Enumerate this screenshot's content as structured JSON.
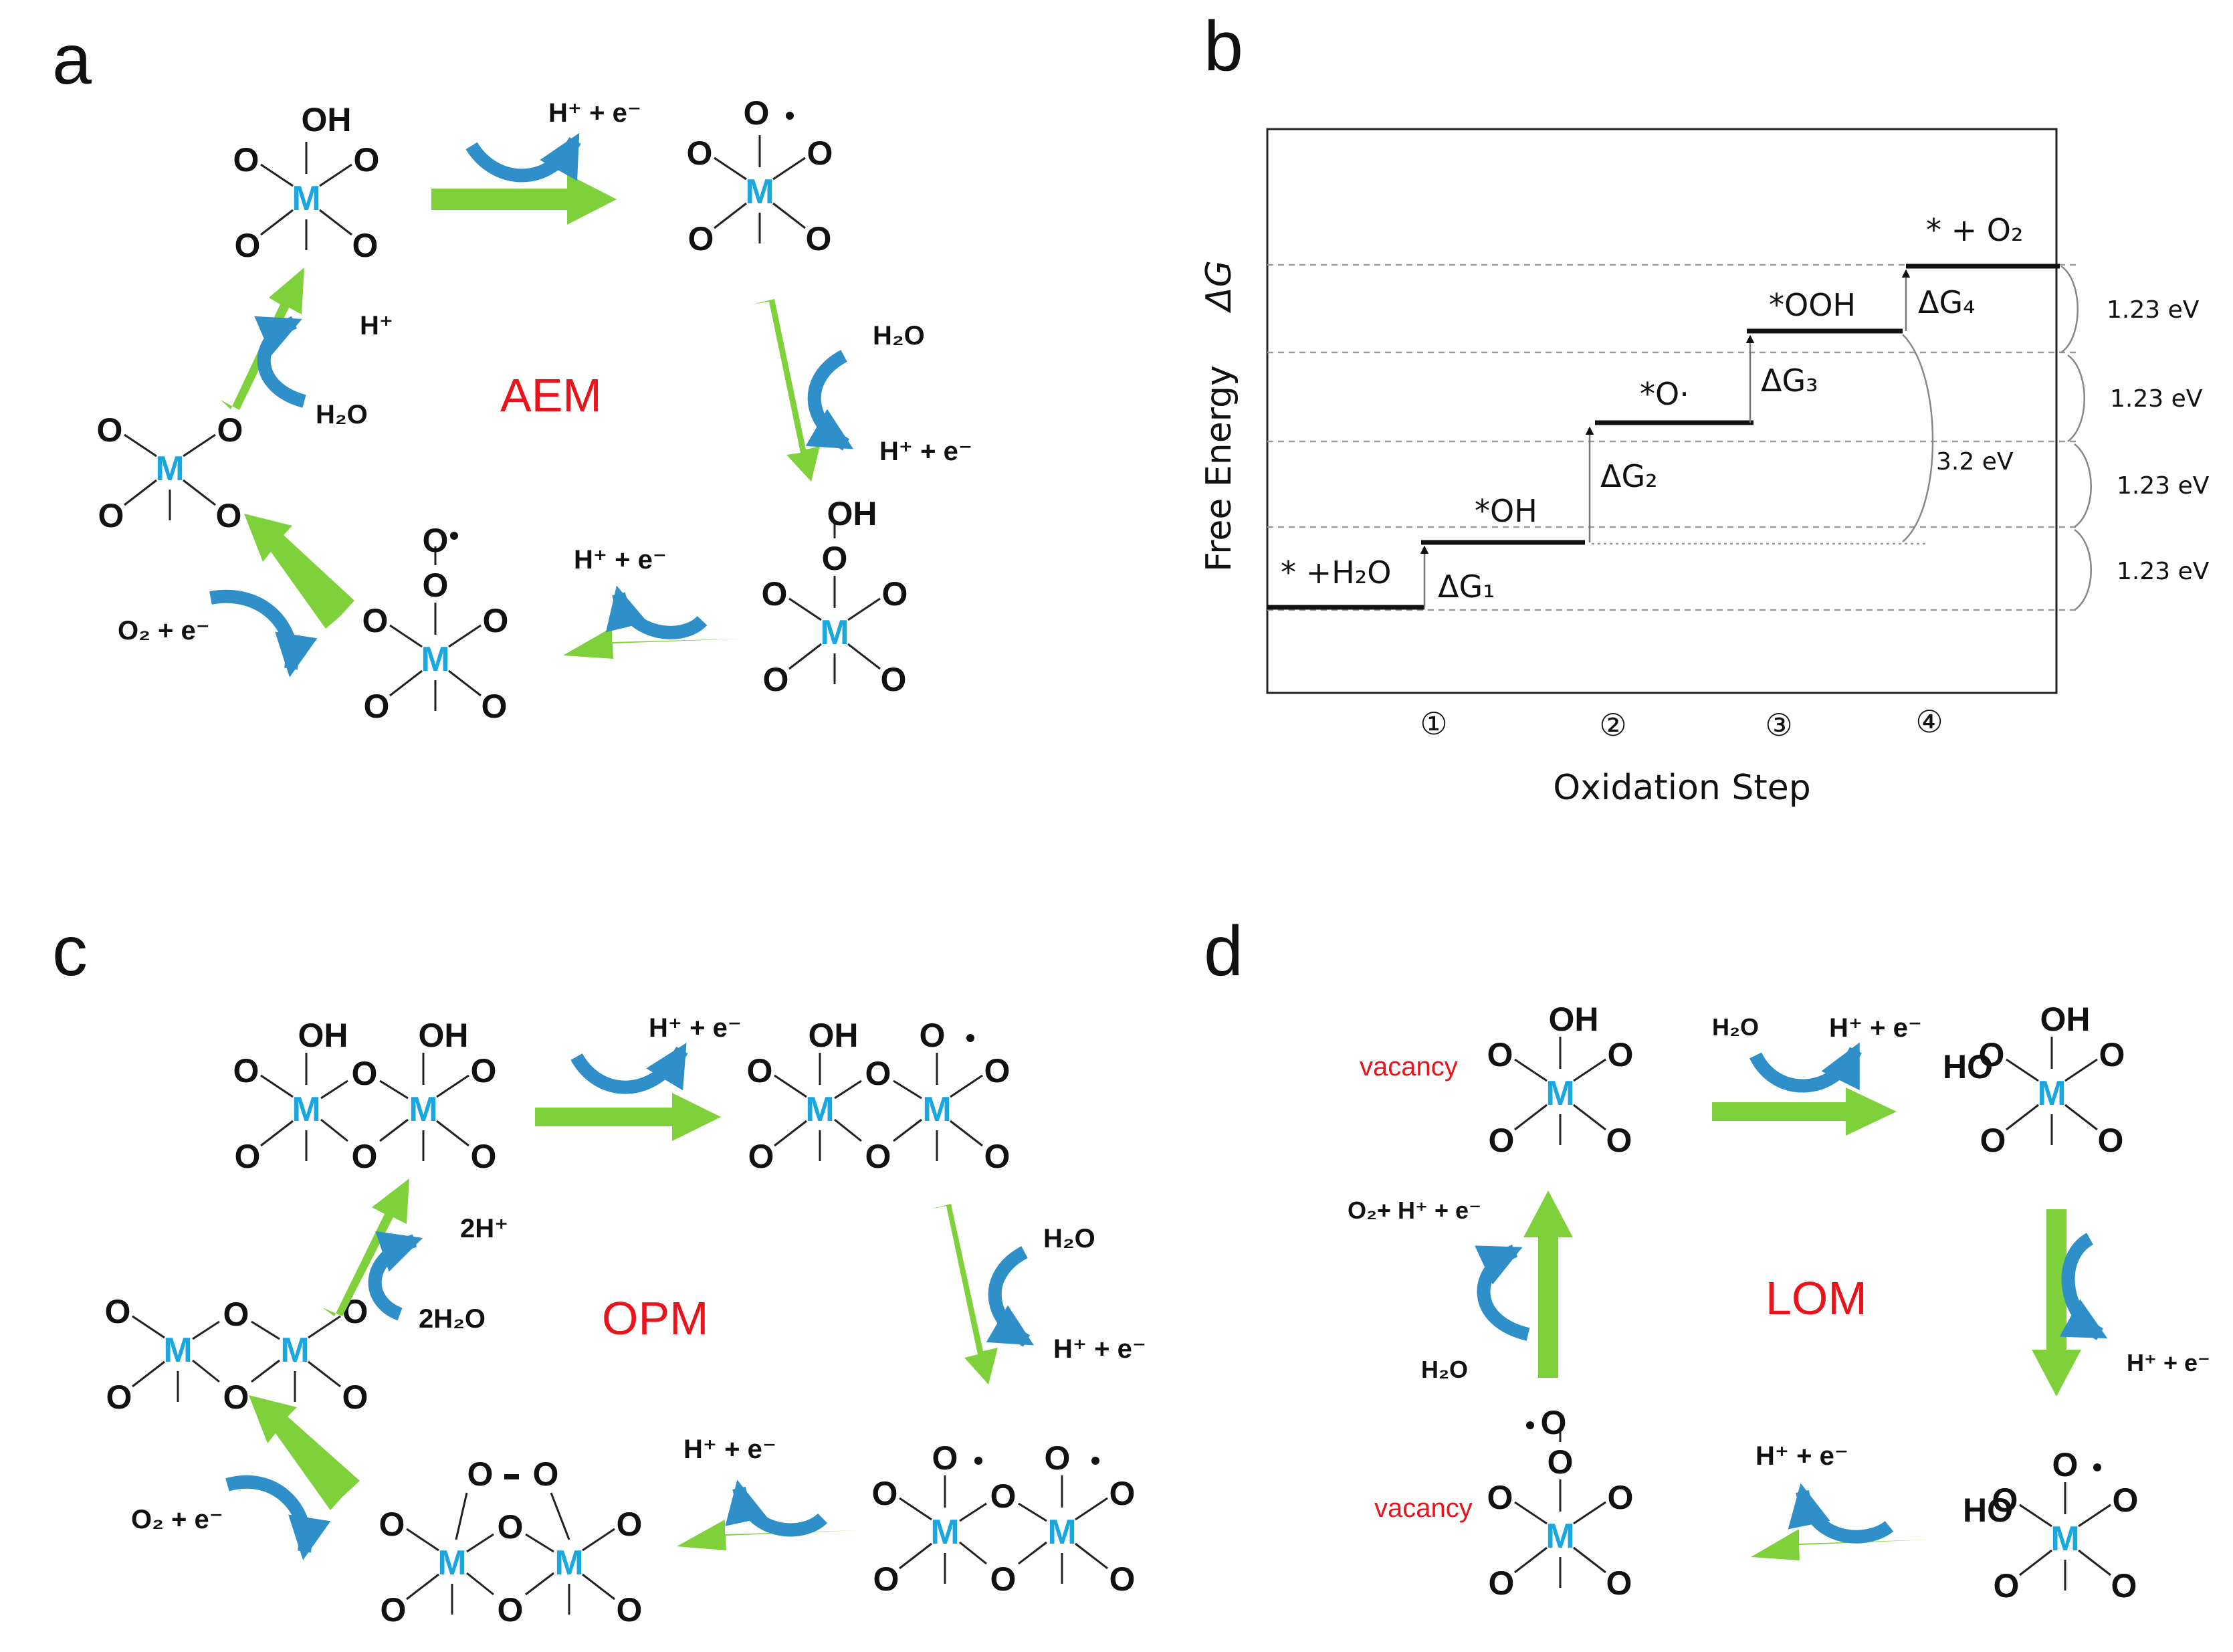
{
  "panels": {
    "a": {
      "letter": "a",
      "mechanism": "AEM",
      "labels": {
        "h_e_top": "H⁺ + e⁻",
        "h2o_right": "H₂O",
        "h_e_right": "H⁺ + e⁻",
        "h_e_bottom": "H⁺ + e⁻",
        "o2_e": "O₂ + e⁻",
        "h_plus": "H⁺",
        "h2o_left": "H₂O"
      }
    },
    "b": {
      "letter": "b",
      "y_axis": "Free Energy",
      "delta_g_axis": "ΔG",
      "x_axis": "Oxidation Step",
      "steps": [
        "①",
        "②",
        "③",
        "④"
      ],
      "levels": [
        "* +H₂O",
        "*OH",
        "*O·",
        "*OOH",
        "* + O₂"
      ],
      "deltas": [
        "ΔG₁",
        "ΔG₂",
        "ΔG₃",
        "ΔG₄"
      ],
      "brackets": [
        "1.23 eV",
        "1.23 eV",
        "1.23 eV",
        "1.23 eV"
      ],
      "total": "3.2 eV"
    },
    "c": {
      "letter": "c",
      "mechanism": "OPM",
      "labels": {
        "h_e_top": "H⁺ + e⁻",
        "h2o_right": "H₂O",
        "h_e_right": "H⁺ + e⁻",
        "h_e_bottom": "H⁺ + e⁻",
        "o2_e": "O₂ + e⁻",
        "h_plus": "2H⁺",
        "h2o_left": "2H₂O"
      }
    },
    "d": {
      "letter": "d",
      "mechanism": "LOM",
      "vacancy": "vacancy",
      "labels": {
        "h2o_top": "H₂O",
        "h_e_top": "H⁺ + e⁻",
        "h_e_right": "H⁺ + e⁻",
        "h_e_bottom": "H⁺ + e⁻",
        "o2_h_e": "O₂+ H⁺ + e⁻",
        "h2o_left": "H₂O"
      }
    }
  },
  "atoms": {
    "metal": "M",
    "oxygen": "O",
    "hydroxyl": "OH",
    "ho": "HO"
  },
  "colors": {
    "arrow": "#7fd13b",
    "curve": "#2e8fc9",
    "metal": "#1aa7e0",
    "mechanism": "#e8141c"
  }
}
